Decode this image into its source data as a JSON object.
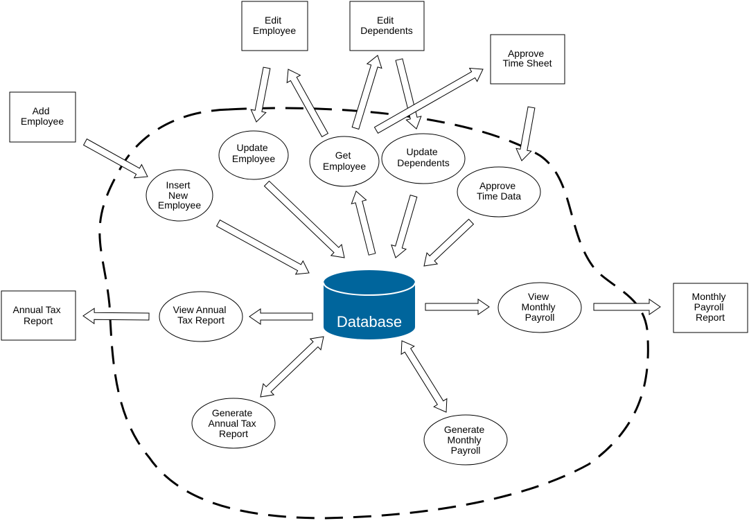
{
  "colors": {
    "database": "#00659c",
    "database_text": "#ffffff",
    "stroke": "#000000",
    "background": "#ffffff"
  },
  "external_entities": {
    "add_employee": [
      "Add",
      "Employee"
    ],
    "edit_employee": [
      "Edit",
      "Employee"
    ],
    "edit_dependents": [
      "Edit",
      "Dependents"
    ],
    "approve_time_sheet": [
      "Approve",
      "Time Sheet"
    ],
    "annual_tax_report": [
      "Annual Tax",
      "Report"
    ],
    "monthly_payroll_report": [
      "Monthly",
      "Payroll",
      "Report"
    ]
  },
  "processes": {
    "update_employee": [
      "Update",
      "Employee"
    ],
    "get_employee": [
      "Get",
      "Employee"
    ],
    "update_dependents": [
      "Update",
      "Dependents"
    ],
    "insert_new_employee": [
      "Insert",
      "New",
      "Employee"
    ],
    "approve_time_data": [
      "Approve",
      "Time Data"
    ],
    "view_annual_tax_report": [
      "View Annual",
      "Tax Report"
    ],
    "view_monthly_payroll": [
      "View",
      "Monthly",
      "Payroll"
    ],
    "generate_annual_tax_report": [
      "Generate",
      "Annual Tax",
      "Report"
    ],
    "generate_monthly_payroll": [
      "Generate",
      "Monthly",
      "Payroll"
    ]
  },
  "datastore": {
    "label": "Database"
  }
}
